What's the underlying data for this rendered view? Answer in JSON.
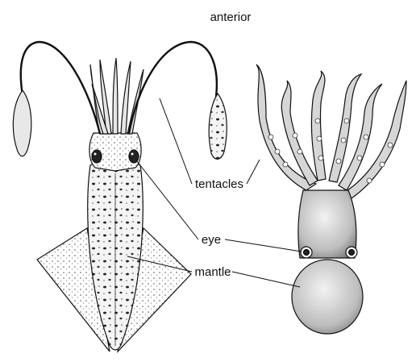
{
  "figure": {
    "labels": {
      "anterior": "anterior",
      "tentacles": "tentacles",
      "eye": "eye",
      "mantle": "mantle"
    },
    "organisms": [
      "squid",
      "octopus"
    ],
    "colors": {
      "ink": "#111111",
      "shade": "#cfcfcf",
      "background": "#ffffff"
    }
  }
}
